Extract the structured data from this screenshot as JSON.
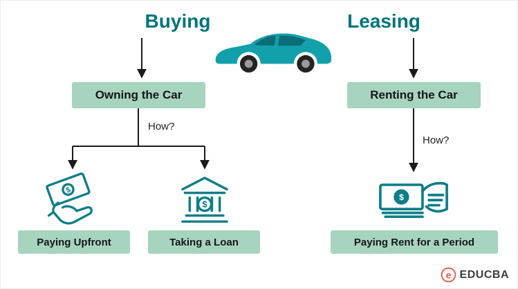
{
  "headings": {
    "buying": "Buying",
    "leasing": "Leasing"
  },
  "nodes": {
    "owning": "Owning the Car",
    "renting": "Renting the Car",
    "paying_upfront": "Paying Upfront",
    "taking_loan": "Taking a Loan",
    "paying_rent": "Paying Rent for a Period"
  },
  "labels": {
    "how_left": "How?",
    "how_right": "How?"
  },
  "symbols": {
    "dollar": "$"
  },
  "icons": {
    "car": "car-illustration",
    "left": "cash-in-hand-icon",
    "middle": "bank-icon",
    "right": "cash-payment-icon",
    "logo_mark": "educba-swirl-icon"
  },
  "logo": {
    "mark": "e",
    "text": "EDUCBA"
  },
  "colors": {
    "teal": "#00737c",
    "icon_teal": "#0f7e88",
    "box_bg": "#a7d4bf",
    "box_text": "#161616",
    "line": "#1a1a1a",
    "logo_red": "#e8503a",
    "logo_text": "#3d3d3d",
    "car_body": "#12a0ab",
    "car_window": "#0b6d77"
  }
}
